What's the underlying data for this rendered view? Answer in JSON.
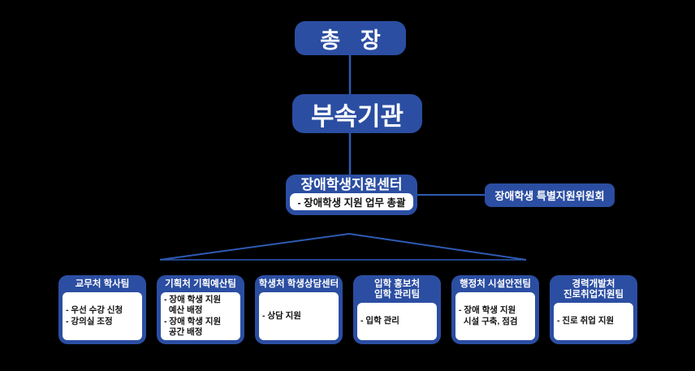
{
  "colors": {
    "box_blue": "#2b4ea2",
    "line_blue": "#2e5bb4",
    "box_body_bg": "#ffffff",
    "body_text": "#111111",
    "background": "#000000"
  },
  "org_chart": {
    "root": {
      "label": "총 장"
    },
    "affiliate": {
      "label": "부속기관"
    },
    "center": {
      "title": "장애학생지원센터",
      "duty": "- 장애학생 지원 업무 총괄"
    },
    "committee": {
      "label": "장애학생 특별지원위원회"
    },
    "departments": [
      {
        "title": "교무처 학사팀",
        "items": [
          "- 우선 수강 신청",
          "- 강의실 조정"
        ]
      },
      {
        "title": "기획처 기획예산팀",
        "items": [
          "- 장애 학생 지원",
          "  예산 배정",
          "- 장애 학생 지원",
          "  공간 배정"
        ]
      },
      {
        "title": "학생처 학생상담센터",
        "items": [
          "- 상담 지원"
        ]
      },
      {
        "title": "입학 홍보처\n입학 관리팀",
        "items": [
          "- 입학 관리"
        ]
      },
      {
        "title": "행정처 시설안전팀",
        "items": [
          "- 장애 학생 지원",
          "  시설 구축, 점검"
        ]
      },
      {
        "title": "경력개발처\n진로취업지원팀",
        "items": [
          "- 진로 취업 지원"
        ]
      }
    ]
  }
}
